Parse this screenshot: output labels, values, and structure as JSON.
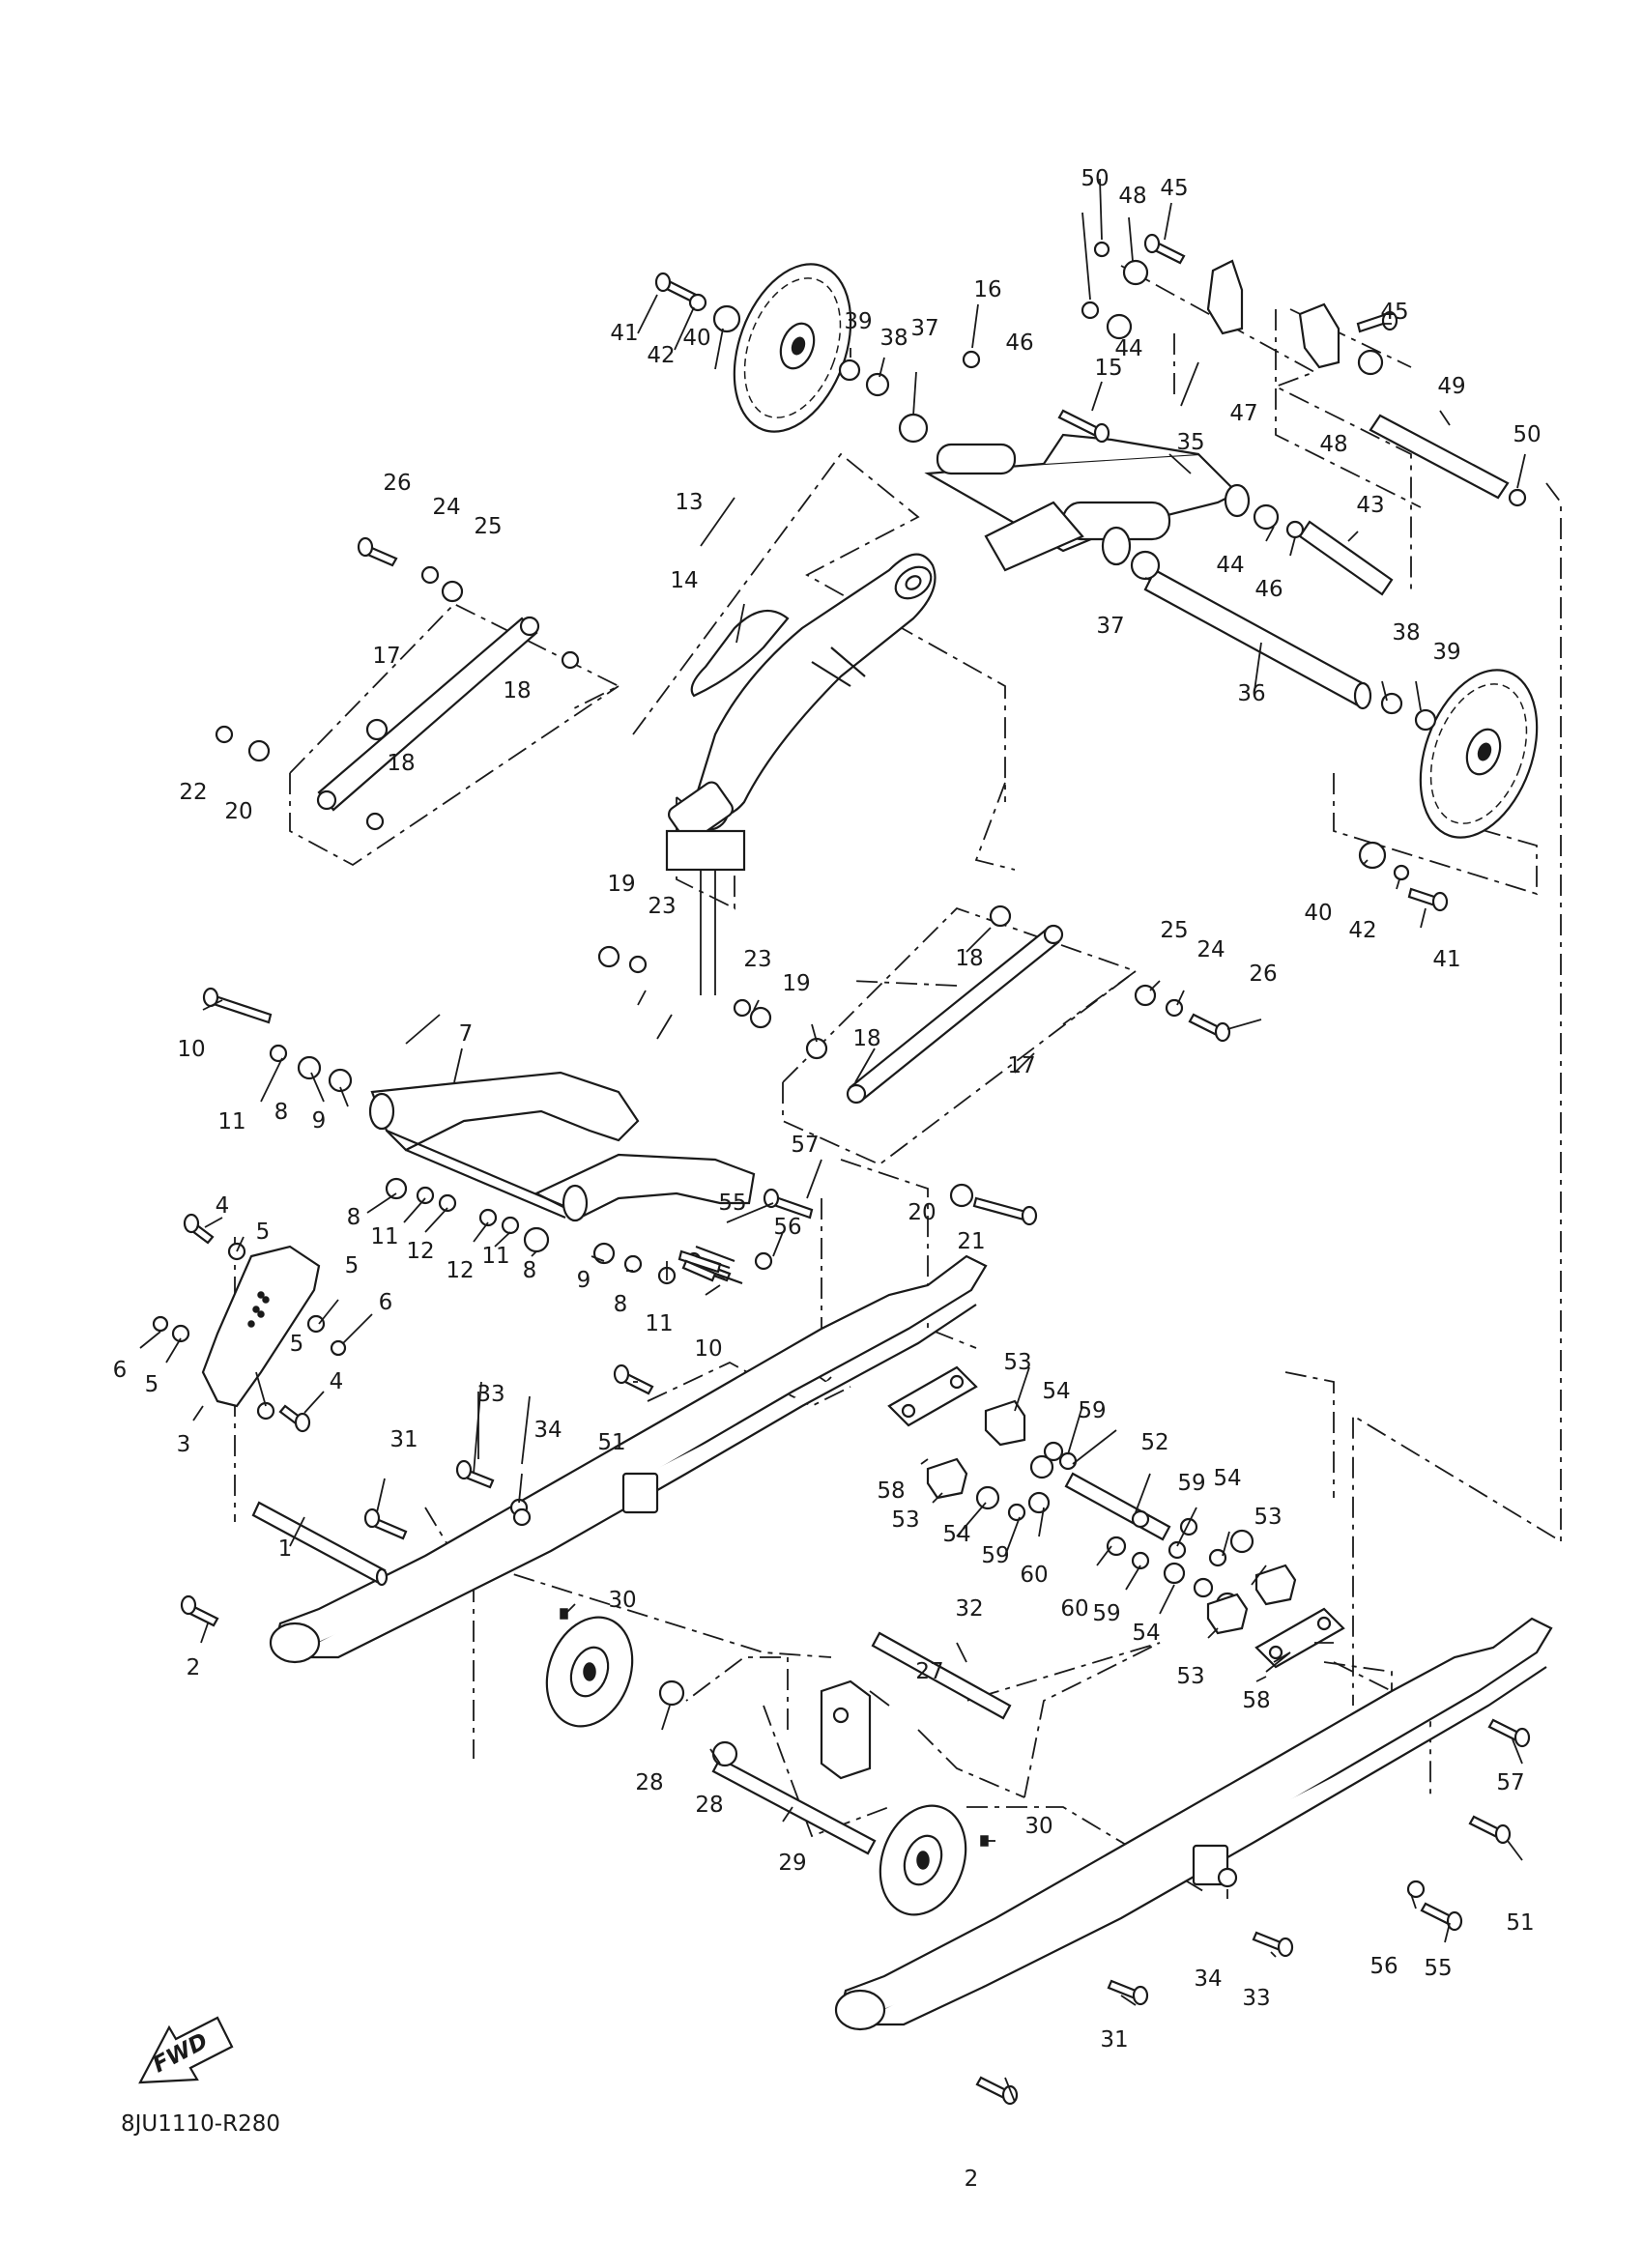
{
  "diagram_code": "8JU1110-R280",
  "fwd_label": "FWD",
  "callouts": [
    {
      "id": "c1",
      "text": "1"
    },
    {
      "id": "c2a",
      "text": "2"
    },
    {
      "id": "c2b",
      "text": "2"
    },
    {
      "id": "c3",
      "text": "3"
    },
    {
      "id": "c4a",
      "text": "4"
    },
    {
      "id": "c4b",
      "text": "4"
    },
    {
      "id": "c5a",
      "text": "5"
    },
    {
      "id": "c5b",
      "text": "5"
    },
    {
      "id": "c5c",
      "text": "5"
    },
    {
      "id": "c5d",
      "text": "5"
    },
    {
      "id": "c6a",
      "text": "6"
    },
    {
      "id": "c6b",
      "text": "6"
    },
    {
      "id": "c7",
      "text": "7"
    },
    {
      "id": "c8a",
      "text": "8"
    },
    {
      "id": "c8b",
      "text": "8"
    },
    {
      "id": "c8c",
      "text": "8"
    },
    {
      "id": "c8d",
      "text": "8"
    },
    {
      "id": "c9a",
      "text": "9"
    },
    {
      "id": "c9b",
      "text": "9"
    },
    {
      "id": "c10a",
      "text": "10"
    },
    {
      "id": "c10b",
      "text": "10"
    },
    {
      "id": "c11a",
      "text": "11"
    },
    {
      "id": "c11b",
      "text": "11"
    },
    {
      "id": "c11c",
      "text": "11"
    },
    {
      "id": "c11d",
      "text": "11"
    },
    {
      "id": "c12a",
      "text": "12"
    },
    {
      "id": "c12b",
      "text": "12"
    },
    {
      "id": "c13",
      "text": "13"
    },
    {
      "id": "c14",
      "text": "14"
    },
    {
      "id": "c15",
      "text": "15"
    },
    {
      "id": "c16",
      "text": "16"
    },
    {
      "id": "c17a",
      "text": "17"
    },
    {
      "id": "c17b",
      "text": "17"
    },
    {
      "id": "c18a",
      "text": "18"
    },
    {
      "id": "c18b",
      "text": "18"
    },
    {
      "id": "c18c",
      "text": "18"
    },
    {
      "id": "c18d",
      "text": "18"
    },
    {
      "id": "c19a",
      "text": "19"
    },
    {
      "id": "c19b",
      "text": "19"
    },
    {
      "id": "c20a",
      "text": "20"
    },
    {
      "id": "c20b",
      "text": "20"
    },
    {
      "id": "c21",
      "text": "21"
    },
    {
      "id": "c22",
      "text": "22"
    },
    {
      "id": "c23a",
      "text": "23"
    },
    {
      "id": "c23b",
      "text": "23"
    },
    {
      "id": "c24a",
      "text": "24"
    },
    {
      "id": "c24b",
      "text": "24"
    },
    {
      "id": "c25a",
      "text": "25"
    },
    {
      "id": "c25b",
      "text": "25"
    },
    {
      "id": "c26a",
      "text": "26"
    },
    {
      "id": "c26b",
      "text": "26"
    },
    {
      "id": "c27",
      "text": "27"
    },
    {
      "id": "c28a",
      "text": "28"
    },
    {
      "id": "c28b",
      "text": "28"
    },
    {
      "id": "c29",
      "text": "29"
    },
    {
      "id": "c30a",
      "text": "30"
    },
    {
      "id": "c30b",
      "text": "30"
    },
    {
      "id": "c31a",
      "text": "31"
    },
    {
      "id": "c31b",
      "text": "31"
    },
    {
      "id": "c32",
      "text": "32"
    },
    {
      "id": "c33a",
      "text": "33"
    },
    {
      "id": "c33b",
      "text": "33"
    },
    {
      "id": "c34a",
      "text": "34"
    },
    {
      "id": "c34b",
      "text": "34"
    },
    {
      "id": "c35",
      "text": "35"
    },
    {
      "id": "c36",
      "text": "36"
    },
    {
      "id": "c37a",
      "text": "37"
    },
    {
      "id": "c37b",
      "text": "37"
    },
    {
      "id": "c38a",
      "text": "38"
    },
    {
      "id": "c38b",
      "text": "38"
    },
    {
      "id": "c39a",
      "text": "39"
    },
    {
      "id": "c39b",
      "text": "39"
    },
    {
      "id": "c40a",
      "text": "40"
    },
    {
      "id": "c40b",
      "text": "40"
    },
    {
      "id": "c41a",
      "text": "41"
    },
    {
      "id": "c41b",
      "text": "41"
    },
    {
      "id": "c42a",
      "text": "42"
    },
    {
      "id": "c42b",
      "text": "42"
    },
    {
      "id": "c43",
      "text": "43"
    },
    {
      "id": "c44a",
      "text": "44"
    },
    {
      "id": "c44b",
      "text": "44"
    },
    {
      "id": "c45a",
      "text": "45"
    },
    {
      "id": "c45b",
      "text": "45"
    },
    {
      "id": "c46a",
      "text": "46"
    },
    {
      "id": "c46b",
      "text": "46"
    },
    {
      "id": "c47",
      "text": "47"
    },
    {
      "id": "c48a",
      "text": "48"
    },
    {
      "id": "c48b",
      "text": "48"
    },
    {
      "id": "c49",
      "text": "49"
    },
    {
      "id": "c50a",
      "text": "50"
    },
    {
      "id": "c50b",
      "text": "50"
    },
    {
      "id": "c51a",
      "text": "51"
    },
    {
      "id": "c51b",
      "text": "51"
    },
    {
      "id": "c52",
      "text": "52"
    },
    {
      "id": "c53a",
      "text": "53"
    },
    {
      "id": "c53b",
      "text": "53"
    },
    {
      "id": "c53c",
      "text": "53"
    },
    {
      "id": "c53d",
      "text": "53"
    },
    {
      "id": "c54a",
      "text": "54"
    },
    {
      "id": "c54b",
      "text": "54"
    },
    {
      "id": "c54c",
      "text": "54"
    },
    {
      "id": "c54d",
      "text": "54"
    },
    {
      "id": "c55a",
      "text": "55"
    },
    {
      "id": "c55b",
      "text": "55"
    },
    {
      "id": "c56a",
      "text": "56"
    },
    {
      "id": "c56b",
      "text": "56"
    },
    {
      "id": "c57a",
      "text": "57"
    },
    {
      "id": "c57b",
      "text": "57"
    },
    {
      "id": "c58a",
      "text": "58"
    },
    {
      "id": "c58b",
      "text": "58"
    },
    {
      "id": "c59a",
      "text": "59"
    },
    {
      "id": "c59b",
      "text": "59"
    },
    {
      "id": "c59c",
      "text": "59"
    },
    {
      "id": "c59d",
      "text": "59"
    },
    {
      "id": "c60a",
      "text": "60"
    },
    {
      "id": "c60b",
      "text": "60"
    }
  ]
}
